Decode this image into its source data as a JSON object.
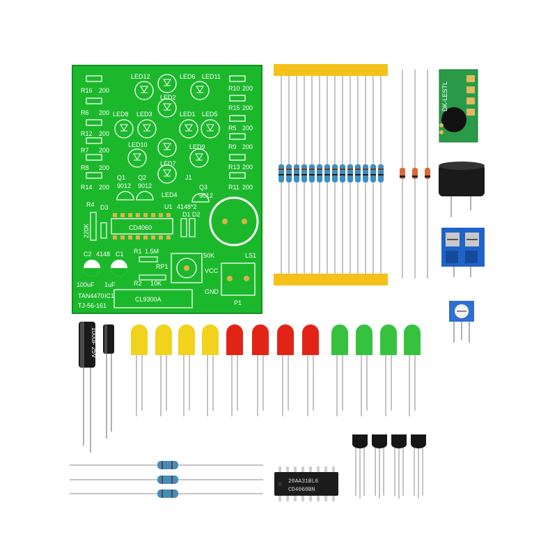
{
  "pcb": {
    "resistor_labels": [
      {
        "ref": "R16",
        "value": "200"
      },
      {
        "ref": "R6",
        "value": "200"
      },
      {
        "ref": "R12",
        "value": "200"
      },
      {
        "ref": "R7",
        "value": "200"
      },
      {
        "ref": "R8",
        "value": "200"
      },
      {
        "ref": "R14",
        "value": "200"
      },
      {
        "ref": "R10",
        "value": "200"
      },
      {
        "ref": "R15",
        "value": "200"
      },
      {
        "ref": "R5",
        "value": "200"
      },
      {
        "ref": "R9",
        "value": "200"
      },
      {
        "ref": "R13",
        "value": "200"
      },
      {
        "ref": "R11",
        "value": "200"
      }
    ],
    "led_labels": [
      "LED12",
      "LED6",
      "LED11",
      "LED2",
      "LED8",
      "LED3",
      "LED1",
      "LED5",
      "LED10",
      "LED9",
      "LED7",
      "LED4"
    ],
    "transistor_labels": [
      {
        "ref": "Q1",
        "part": "9012"
      },
      {
        "ref": "Q2",
        "part": "9012"
      },
      {
        "ref": "Q3",
        "part": "9012"
      }
    ],
    "ic_label": "CD4060",
    "cl_label": "CL9300A",
    "misc": {
      "j1": "J1",
      "r4": "R4",
      "d3": "D3",
      "r4_value": "220K",
      "u1": "U1",
      "diode_note": "4148*2",
      "d1d2": "D1 D2",
      "c2": "C2",
      "d_4148": "4148",
      "c1": "C1",
      "r1": "R1",
      "r1_value": "1.5M",
      "rp1": "RP1",
      "pot_value": "50K",
      "vcc": "VCC",
      "gnd": "GND",
      "ls1": "LS1",
      "p1": "P1",
      "r2": "R2",
      "r2_value": "10K",
      "cap_100uf": "100uF",
      "cap_1uf": "1uF",
      "tan_label": "TAN4470",
      "ic1": "IC1",
      "model": "TJ-56-161"
    }
  },
  "components": {
    "mic_module_text": "DK-LESTL",
    "electrolytic_label": "100uF 25V",
    "ic_chip_text_1": "20AA31BL6",
    "ic_chip_text_2": "CD4060BN"
  },
  "colors": {
    "pcb_green": "#1cb82c",
    "tape_yellow": "#f4c21a",
    "led_yellow": "#f1d21c",
    "led_red": "#e22416",
    "led_green": "#36c23f",
    "terminal_blue": "#1f63c9"
  }
}
